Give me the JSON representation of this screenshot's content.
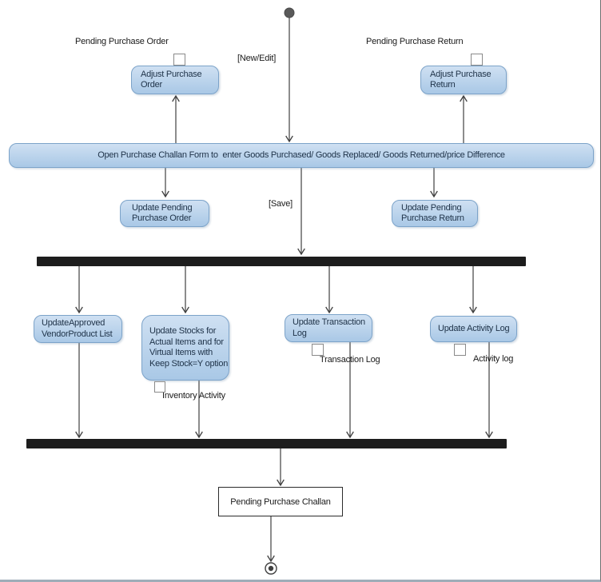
{
  "colors": {
    "node_fill_top": "#cfe0f2",
    "node_fill_bottom": "#a9c8e6",
    "node_border": "#7ca3c9",
    "node_text": "#20344a",
    "bar": "#1d1d1d",
    "connector": "#3f3f3f"
  },
  "labels": {
    "pending_purchase_order": "Pending Purchase Order",
    "pending_purchase_return": "Pending Purchase Return",
    "new_edit": "[New/Edit]",
    "save": "[Save]",
    "inventory_activity": "Inventory Activity",
    "transaction_log": "Transaction Log",
    "activity_log": "Activity log"
  },
  "nodes": {
    "adjust_purchase_order": {
      "lines": [
        "Adjust Purchase",
        "Order"
      ]
    },
    "adjust_purchase_return": {
      "lines": [
        "Adjust Purchase",
        "Return"
      ]
    },
    "open_purchase_challan_form": {
      "lines": [
        "Open Purchase Challan Form to  enter Goods Purchased/ Goods Replaced/ Goods Returned/price Difference"
      ]
    },
    "update_pending_purchase_order": {
      "lines": [
        "Update Pending",
        "Purchase Order"
      ]
    },
    "update_pending_purchase_return": {
      "lines": [
        "Update Pending",
        "Purchase Return"
      ]
    },
    "update_approved_vendor_product_list": {
      "lines": [
        "UpdateApproved",
        "VendorProduct List"
      ]
    },
    "update_stocks": {
      "lines": [
        "Update Stocks for",
        "Actual Items and for",
        "Virtual Items with",
        "Keep Stock=Y option"
      ]
    },
    "update_transaction_log": {
      "lines": [
        "Update Transaction",
        "Log"
      ]
    },
    "update_activity_log": {
      "lines": [
        "Update Activity Log"
      ]
    },
    "pending_purchase_challan": {
      "lines": [
        "Pending Purchase Challan"
      ]
    }
  }
}
